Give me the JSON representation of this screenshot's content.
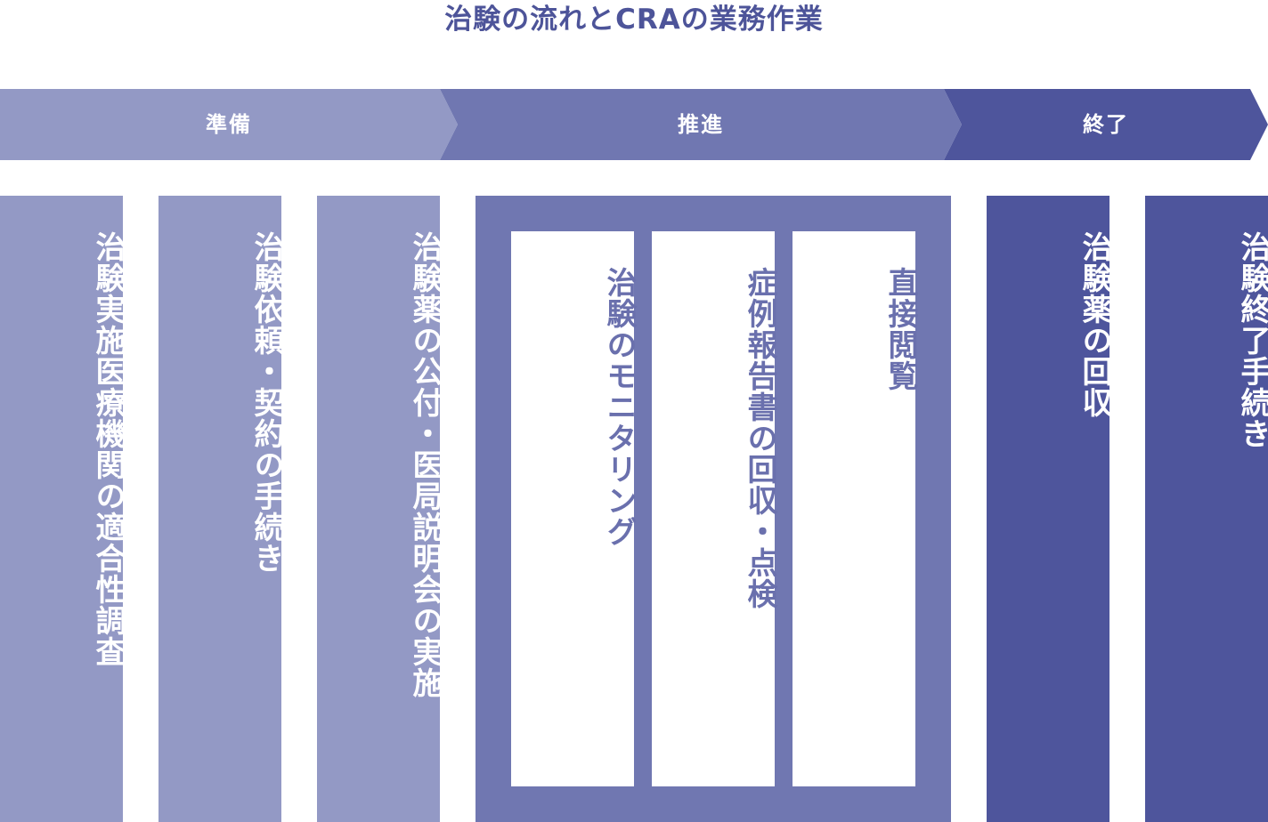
{
  "title": "治験の流れとCRAの業務作業",
  "colors": {
    "title": "#4d5499",
    "prep": "#9399c5",
    "progress": "#7077b1",
    "end": "#4e559c",
    "card_text": "#6a70ad"
  },
  "phases": [
    {
      "label": "準備"
    },
    {
      "label": "推進"
    },
    {
      "label": "終了"
    }
  ],
  "prep_tasks": [
    {
      "label": "治験実施医療機関の適合性調査"
    },
    {
      "label": "治験依頼・契約の手続き"
    },
    {
      "label": "治験薬の公付・医局説明会の実施"
    }
  ],
  "progress_tasks": [
    {
      "label": "治験のモニタリング"
    },
    {
      "label": "症例報告書の回収・点検"
    },
    {
      "label": "直接閲覧"
    }
  ],
  "end_tasks": [
    {
      "label": "治験薬の回収"
    },
    {
      "label": "治験終了手続き"
    }
  ]
}
